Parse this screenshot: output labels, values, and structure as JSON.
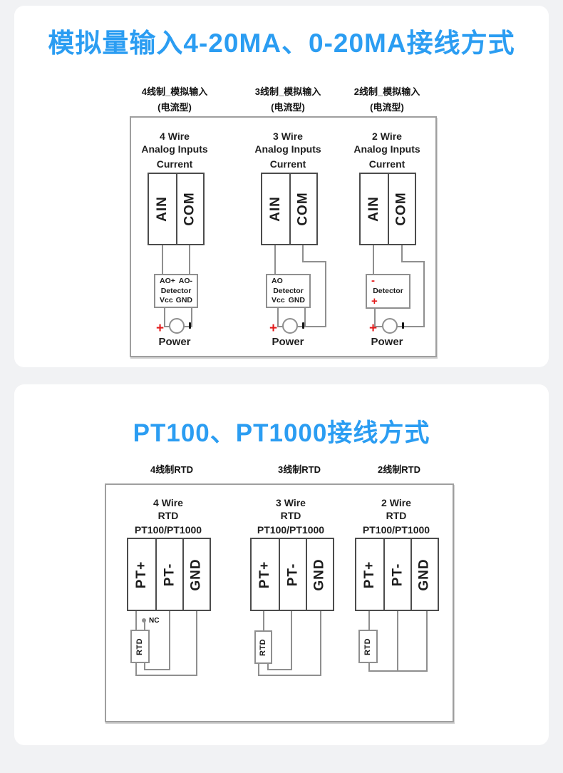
{
  "colors": {
    "page_bg": "#f1f2f4",
    "card_bg": "#ffffff",
    "accent_blue": "#2b9df2",
    "wire_gray": "#8f8f8f",
    "terminal_border": "#4c4c4c",
    "polarity_red": "#e21b1b"
  },
  "icons": {
    "power_minus": "vertical-dash-mark",
    "nc_dot": "gray-dot"
  },
  "section1": {
    "title": "模拟量输入4-20MA、0-20MA接线方式",
    "columns": [
      {
        "header1": "4线制_模拟输入",
        "header2": "(电流型)",
        "line1": "4 Wire",
        "line2": "Analog Inputs",
        "line3": "Current",
        "terminal1": "AIN",
        "terminal2": "COM",
        "det_tl": "AO+",
        "det_tr": "AO-",
        "det_name": "Detector",
        "det_bl": "Vcc",
        "det_br": "GND",
        "plus": "+",
        "power": "Power"
      },
      {
        "header1": "3线制_模拟输入",
        "header2": "(电流型)",
        "line1": "3 Wire",
        "line2": "Analog Inputs",
        "line3": "Current",
        "terminal1": "AIN",
        "terminal2": "COM",
        "det_tl": "AO",
        "det_name": "Detector",
        "det_bl": "Vcc",
        "det_br": "GND",
        "plus": "+",
        "power": "Power"
      },
      {
        "header1": "2线制_模拟输入",
        "header2": "(电流型)",
        "line1": "2 Wire",
        "line2": "Analog Inputs",
        "line3": "Current",
        "terminal1": "AIN",
        "terminal2": "COM",
        "det_minus": "-",
        "det_name": "Detector",
        "det_plus": "+",
        "plus": "+",
        "power": "Power"
      }
    ]
  },
  "section2": {
    "title": "PT100、PT1000接线方式",
    "columns": [
      {
        "header": "4线制RTD",
        "line1": "4 Wire",
        "line2": "RTD",
        "line3": "PT100/PT1000",
        "terminal1": "PT+",
        "terminal2": "PT-",
        "terminal3": "GND",
        "rtd": "RTD",
        "nc": "NC"
      },
      {
        "header": "3线制RTD",
        "line1": "3 Wire",
        "line2": "RTD",
        "line3": "PT100/PT1000",
        "terminal1": "PT+",
        "terminal2": "PT-",
        "terminal3": "GND",
        "rtd": "RTD"
      },
      {
        "header": "2线制RTD",
        "line1": "2 Wire",
        "line2": "RTD",
        "line3": "PT100/PT1000",
        "terminal1": "PT+",
        "terminal2": "PT-",
        "terminal3": "GND",
        "rtd": "RTD"
      }
    ]
  }
}
